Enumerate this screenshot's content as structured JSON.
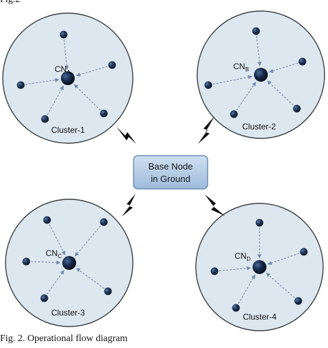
{
  "header": {
    "text": "Fig.2"
  },
  "caption": {
    "text": "Fig. 2.   Operational flow diagram"
  },
  "base_node": {
    "line1": "Base Node",
    "line2": "in Ground"
  },
  "clusters": [
    {
      "label": "Cluster-1",
      "cn_main": "CN",
      "cn_sub": "A"
    },
    {
      "label": "Cluster-2",
      "cn_main": "CN",
      "cn_sub": "B"
    },
    {
      "label": "Cluster-3",
      "cn_main": "CN",
      "cn_sub": "C"
    },
    {
      "label": "Cluster-4",
      "cn_main": "CN",
      "cn_sub": "D"
    }
  ],
  "colors": {
    "cluster_fill": "#dde7ef",
    "cluster_stroke": "#3a3f45",
    "node": "#1c2f4f",
    "arrow": "#6f88ab",
    "base_fill": "#b7cde6",
    "base_stroke": "#6e8db5",
    "bolt": "#0d0d0d"
  },
  "icons": {
    "link": "lightning-bolt-icon",
    "sensor": "sensor-node-icon",
    "head": "cluster-head-icon"
  }
}
